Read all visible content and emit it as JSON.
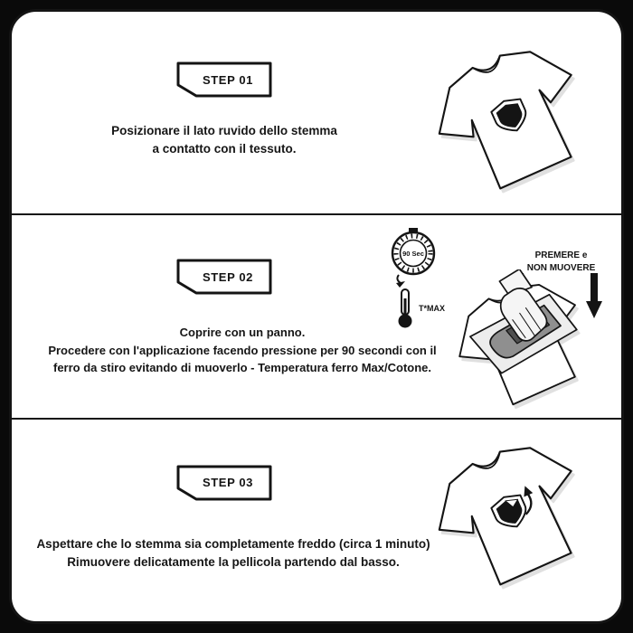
{
  "card": {
    "page_bg": "#0a0a0a",
    "bg": "#ffffff",
    "border": "#141414"
  },
  "steps": [
    {
      "label": "STEP 01",
      "lines": [
        "Posizionare il lato ruvido dello stemma",
        "a contatto con il tessuto."
      ]
    },
    {
      "label": "STEP 02",
      "lines": [
        "Coprire con un panno.",
        "Procedere con l'applicazione facendo pressione per 90 secondi con il",
        "ferro da stiro evitando di muoverlo - Temperatura ferro Max/Cotone."
      ],
      "timer_label": "90 Sec",
      "temp_label": "T*MAX",
      "press_line1": "PREMERE e",
      "press_line2": "NON MUOVERE"
    },
    {
      "label": "STEP 03",
      "lines": [
        "Aspettare che lo stemma sia completamente freddo (circa 1 minuto)",
        "Rimuovere delicatamente la pellicola partendo dal basso."
      ]
    }
  ]
}
